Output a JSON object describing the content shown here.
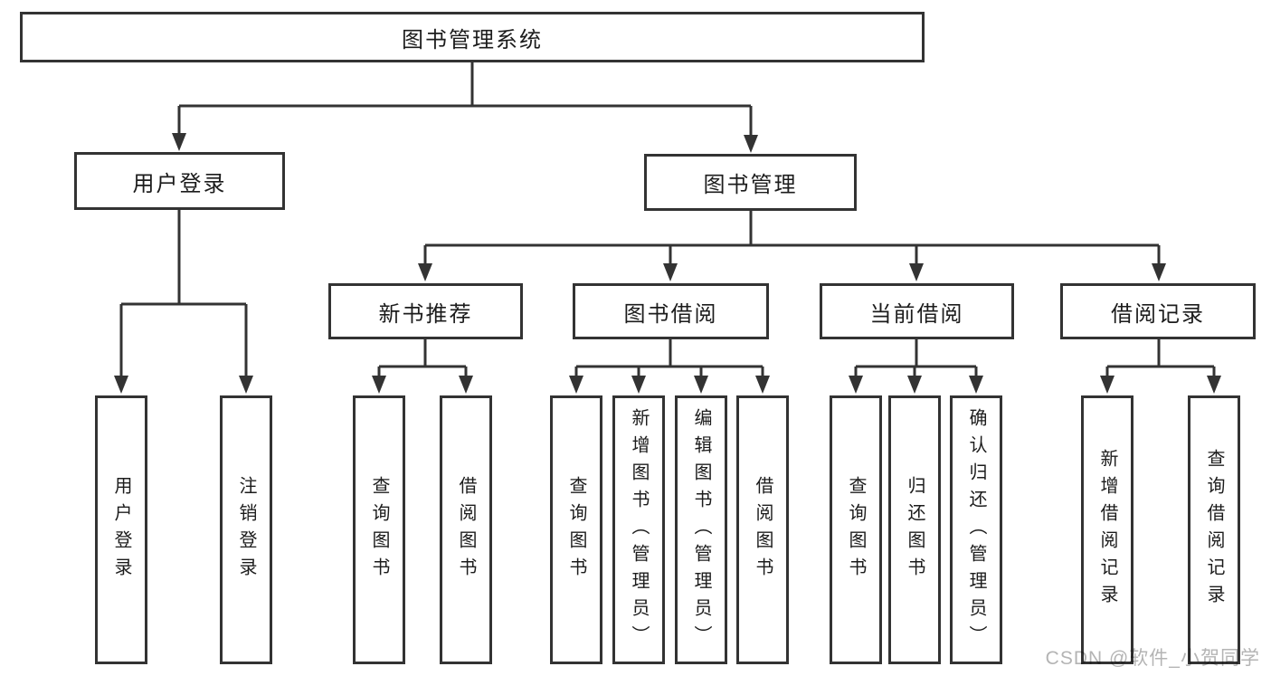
{
  "nodes": {
    "root": "图书管理系统",
    "user_login": "用户登录",
    "book_mgmt": "图书管理",
    "new_books": "新书推荐",
    "book_borrow": "图书借阅",
    "current_borrow": "当前借阅",
    "borrow_records": "借阅记录",
    "leaf_user_login": "用户登录",
    "leaf_logout": "注销登录",
    "leaf_nb_query": "查询图书",
    "leaf_nb_borrow": "借阅图书",
    "leaf_bw_query": "查询图书",
    "leaf_bw_add": "新增图书（管理员）",
    "leaf_bw_edit": "编辑图书（管理员）",
    "leaf_bw_borrow": "借阅图书",
    "leaf_cur_query": "查询图书",
    "leaf_cur_return": "归还图书",
    "leaf_cur_confirm": "确认归还（管理员）",
    "leaf_rec_add": "新增借阅记录",
    "leaf_rec_query": "查询借阅记录"
  },
  "watermark": "CSDN @软件_小贺同学",
  "colors": {
    "line": "#333333",
    "text": "#1c1c1c",
    "watermark": "#b4b4b4",
    "background": "#ffffff"
  }
}
